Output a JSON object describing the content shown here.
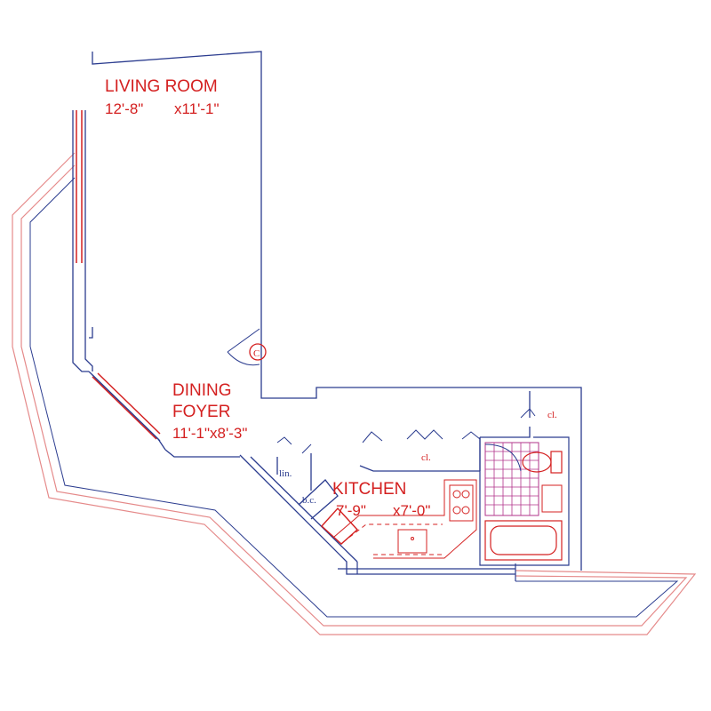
{
  "colors": {
    "wall": "#2b3c8f",
    "red": "#d42020",
    "pink": "#e58a8a",
    "tile": "#b2338a",
    "label": "#d42020"
  },
  "rooms": {
    "living_room": {
      "name": "LIVING ROOM",
      "dim_a": "12'-8\"",
      "dim_b": "x11'-1\""
    },
    "dining_foyer": {
      "name_line1": "DINING",
      "name_line2": "FOYER",
      "dims": "11'-1\"x8'-3\""
    },
    "kitchen": {
      "name": "KITCHEN",
      "dim_a": "7'-9\"",
      "dim_b": "x7'-0\""
    }
  },
  "fixtures": {
    "closet_right": "cl.",
    "closet_corridor": "cl.",
    "linen": "lin.",
    "broom_closet": "b.c."
  }
}
